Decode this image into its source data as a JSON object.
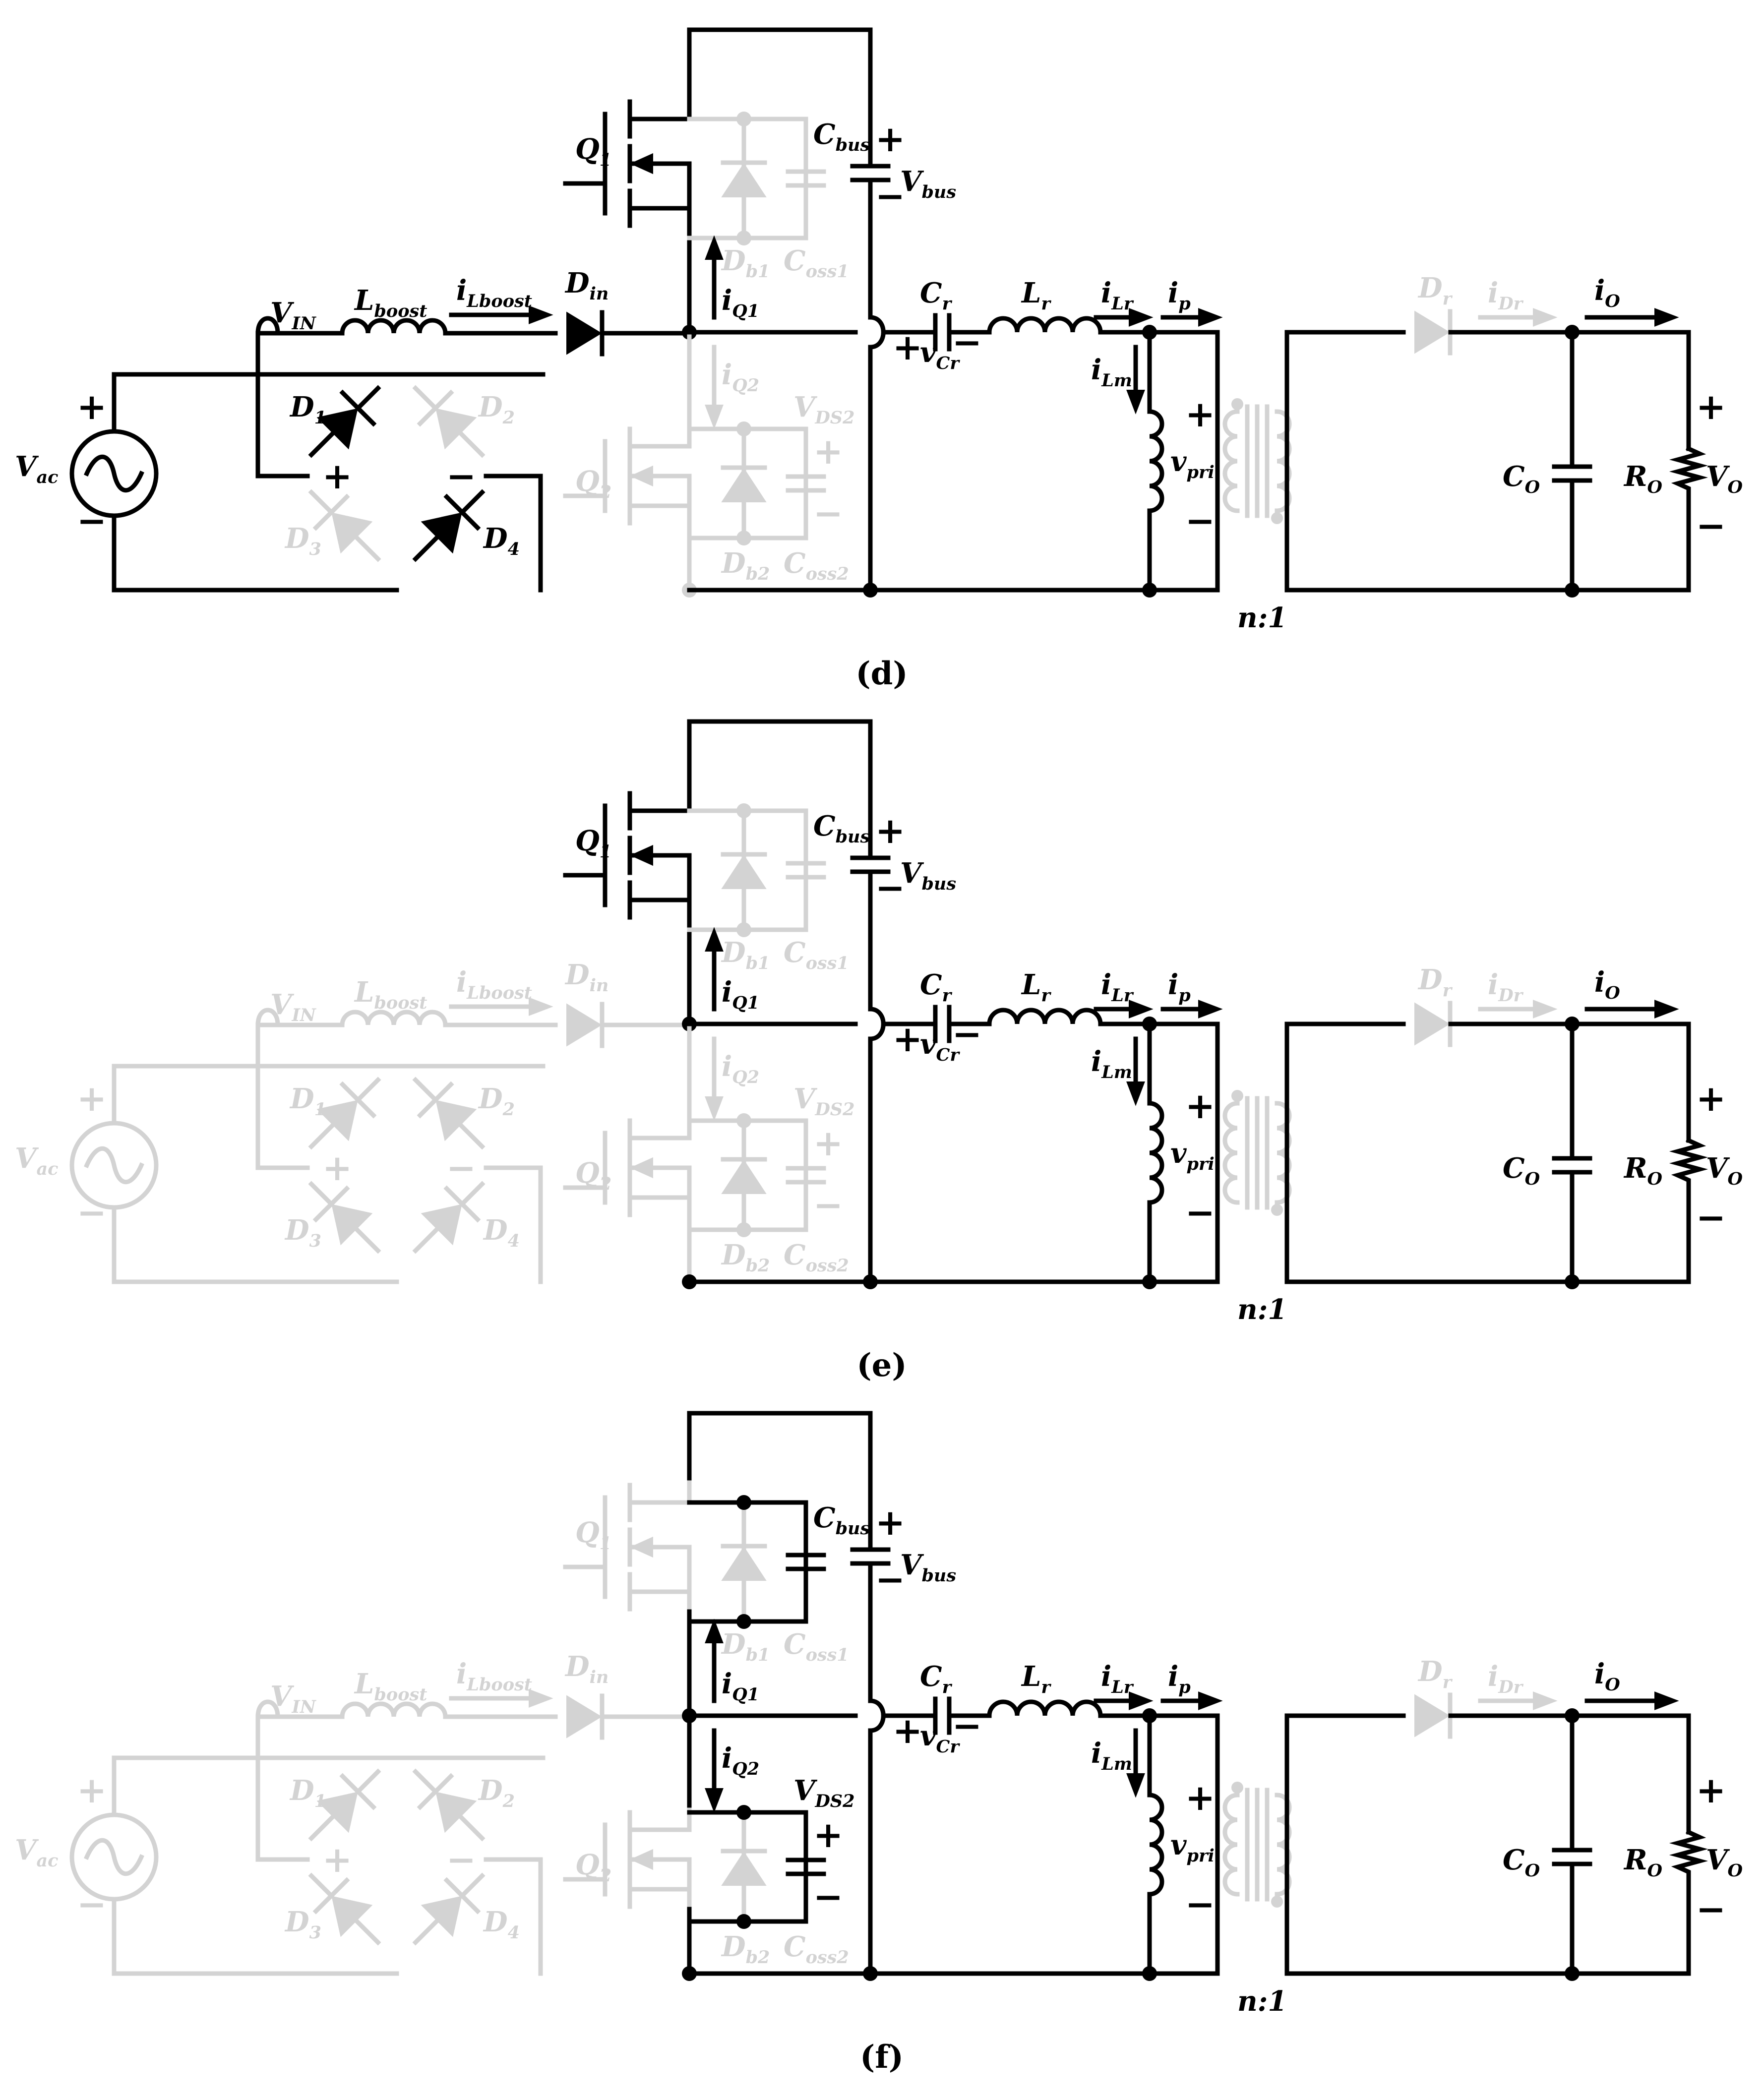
{
  "colors": {
    "active": "#000000",
    "inactive": "#d3d3d3",
    "background": "#ffffff"
  },
  "panels": [
    {
      "caption": "(d)",
      "state": {
        "input": "active",
        "d1": "active",
        "d2": "inactive",
        "d3": "inactive",
        "d4": "active",
        "lboost": "active",
        "din": "active",
        "q1": "active",
        "q1body": "inactive",
        "q1branch": "active",
        "q2": "inactive",
        "q2branch": "inactive",
        "vds2": "inactive",
        "iq2": "inactive",
        "iq1": "active",
        "secdiode": "inactive"
      }
    },
    {
      "caption": "(e)",
      "state": {
        "input": "inactive",
        "d1": "inactive",
        "d2": "inactive",
        "d3": "inactive",
        "d4": "inactive",
        "lboost": "inactive",
        "din": "inactive",
        "q1": "active",
        "q1body": "inactive",
        "q1branch": "active",
        "q2": "inactive",
        "q2branch": "inactive",
        "vds2": "inactive",
        "iq2": "inactive",
        "iq1": "active",
        "secdiode": "inactive"
      }
    },
    {
      "caption": "(f)",
      "state": {
        "input": "inactive",
        "d1": "inactive",
        "d2": "inactive",
        "d3": "inactive",
        "d4": "inactive",
        "lboost": "inactive",
        "din": "inactive",
        "q1": "inactive",
        "q1body": "inactive",
        "q1branch": "active",
        "q2": "inactive",
        "q2branch": "active",
        "vds2": "active",
        "iq2": "active",
        "iq1": "active",
        "secdiode": "inactive"
      }
    }
  ],
  "labels": {
    "vac": "V",
    "vac_sub": "ac",
    "vin": "V",
    "vin_sub": "IN",
    "lboost": "L",
    "lboost_sub": "boost",
    "ilboost": "i",
    "ilboost_sub": "Lboost",
    "din": "D",
    "din_sub": "in",
    "d1": "D",
    "d1_sub": "1",
    "d2": "D",
    "d2_sub": "2",
    "d3": "D",
    "d3_sub": "3",
    "d4": "D",
    "d4_sub": "4",
    "q1": "Q",
    "q1_sub": "1",
    "q2": "Q",
    "q2_sub": "2",
    "db1": "D",
    "db1_sub": "b1",
    "db2": "D",
    "db2_sub": "b2",
    "coss1": "C",
    "coss1_sub": "oss1",
    "coss2": "C",
    "coss2_sub": "oss2",
    "iq1": "i",
    "iq1_sub": "Q1",
    "iq2": "i",
    "iq2_sub": "Q2",
    "vds2": "V",
    "vds2_sub": "DS2",
    "cbus": "C",
    "cbus_sub": "bus",
    "vbus": "V",
    "vbus_sub": "bus",
    "cr": "C",
    "cr_sub": "r",
    "vcr": "v",
    "vcr_sub": "Cr",
    "lr": "L",
    "lr_sub": "r",
    "ilr": "i",
    "ilr_sub": "Lr",
    "ip": "i",
    "ip_sub": "p",
    "ilm": "i",
    "ilm_sub": "Lm",
    "vpri": "v",
    "vpri_sub": "pri",
    "ratio": "n:1",
    "dr": "D",
    "dr_sub": "r",
    "idr": "i",
    "idr_sub": "Dr",
    "io": "i",
    "io_sub": "O",
    "co": "C",
    "co_sub": "O",
    "ro": "R",
    "ro_sub": "O",
    "vo": "V",
    "vo_sub": "O",
    "plus": "+",
    "minus": "−"
  }
}
